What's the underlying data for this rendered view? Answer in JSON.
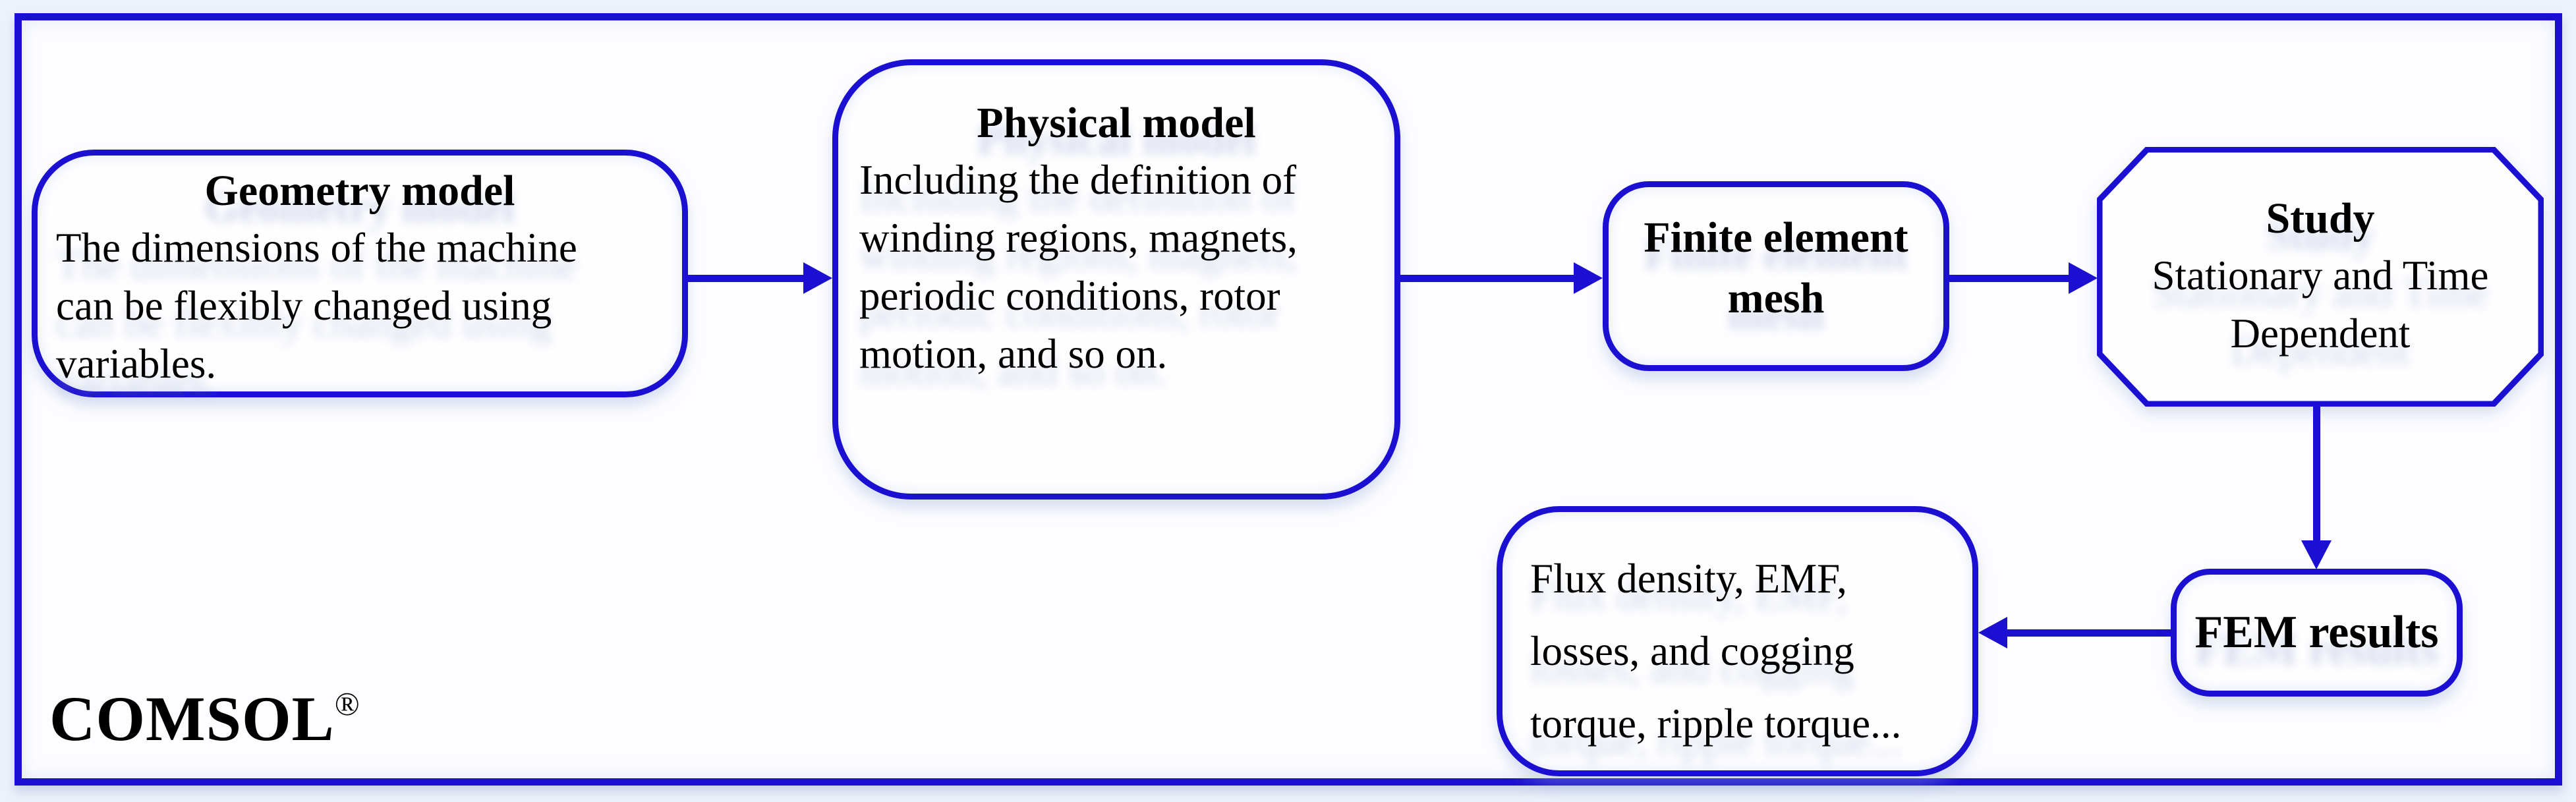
{
  "figure": {
    "description": "COMSOL finite element modeling workflow flowchart"
  },
  "colors": {
    "accent_blue": "#1b10d1",
    "text": "#000000",
    "canvas_background": "#edf1f9",
    "frame_background": "#fdfdff"
  },
  "nodes": {
    "geometry": {
      "title": "Geometry model",
      "body": "The dimensions of the machine\ncan be flexibly changed using\nvariables."
    },
    "physical": {
      "title": "Physical model",
      "body": "Including the definition of\nwinding regions, magnets,\nperiodic conditions, rotor\nmotion, and so on."
    },
    "mesh": {
      "label": "Finite element\nmesh"
    },
    "study": {
      "title": "Study",
      "body": "Stationary and Time\nDependent"
    },
    "fem_results": {
      "label": "FEM results"
    },
    "outputs": {
      "body": "Flux density, EMF,\nlosses, and cogging\ntorque, ripple torque..."
    }
  },
  "watermark": {
    "brand": "COMSOL",
    "registered": "®"
  }
}
